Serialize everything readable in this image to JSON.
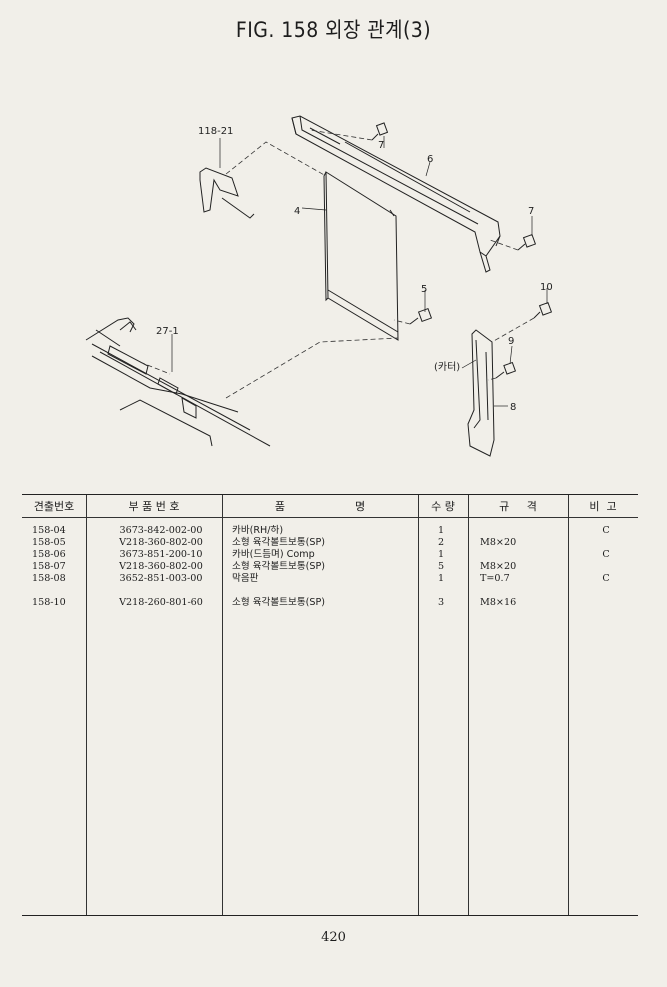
{
  "title": "FIG. 158 외장 관계(3)",
  "callouts": {
    "c118_21": "118-21",
    "c27_1": "27-1",
    "c4": "4",
    "c5": "5",
    "c6": "6",
    "c7a": "7",
    "c7b": "7",
    "c8": "8",
    "c9": "9",
    "c10": "10",
    "cutter": "(카터)"
  },
  "table": {
    "headers": [
      "견출번호",
      "부 품 번 호",
      "품                    명",
      "수 량",
      "규     격",
      "비  고"
    ],
    "rows": [
      {
        "no": "158-04",
        "part": "3673-842-002-00",
        "name": "카바(RH/하)",
        "qty": "1",
        "spec": "",
        "remark": "C"
      },
      {
        "no": "158-05",
        "part": "V218-360-802-00",
        "name": "소형 육각볼트보통(SP)",
        "qty": "2",
        "spec": "M8×20",
        "remark": ""
      },
      {
        "no": "158-06",
        "part": "3673-851-200-10",
        "name": "카바(드듬며) Comp",
        "qty": "1",
        "spec": "",
        "remark": "C"
      },
      {
        "no": "158-07",
        "part": "V218-360-802-00",
        "name": "소형 육각볼트보통(SP)",
        "qty": "5",
        "spec": "M8×20",
        "remark": ""
      },
      {
        "no": "158-08",
        "part": "3652-851-003-00",
        "name": "막음판",
        "qty": "1",
        "spec": "T=0.7",
        "remark": "C"
      },
      {
        "no": "158-10",
        "part": "V218-260-801-60",
        "name": "소형 육각볼트보통(SP)",
        "qty": "3",
        "spec": "M8×16",
        "remark": ""
      }
    ]
  },
  "page_number": "420"
}
